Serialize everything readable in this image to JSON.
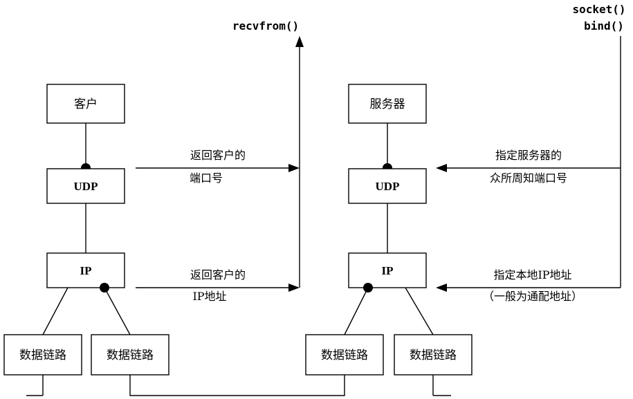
{
  "client": {
    "app": "客户",
    "udp": "UDP",
    "ip": "IP",
    "datalink_left": "数据链路",
    "datalink_right": "数据链路"
  },
  "server": {
    "app": "服务器",
    "udp": "UDP",
    "ip": "IP",
    "datalink_left": "数据链路",
    "datalink_right": "数据链路"
  },
  "api_labels": {
    "recvfrom": "recvfrom()",
    "socket": "socket()",
    "bind": "bind()"
  },
  "annotations": {
    "return_port_line1": "返回客户的",
    "return_port_line2": "端口号",
    "return_ip_line1": "返回客户的",
    "return_ip_line2": "IP地址",
    "server_port_line1": "指定服务器的",
    "server_port_line2": "众所周知端口号",
    "server_ip_line1": "指定本地IP地址",
    "server_ip_line2": "（一般为通配地址）"
  }
}
